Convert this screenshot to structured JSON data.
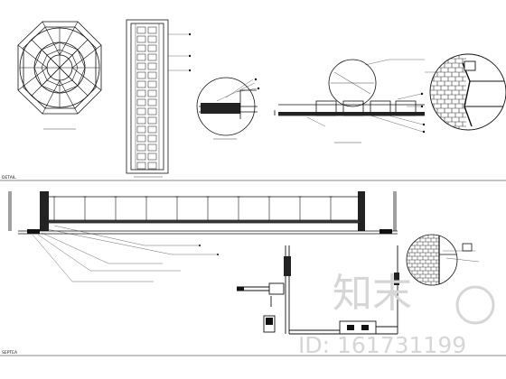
{
  "drawing": {
    "section_label_1": "DETAIL",
    "section_label_2": "SEPTEA",
    "watermark": {
      "logo_text": "知末",
      "id_text": "ID: 161731199"
    }
  },
  "colors": {
    "line": "#111111",
    "leader": "#444444",
    "brick": "#333333",
    "watermark": "#d0d0d0"
  }
}
